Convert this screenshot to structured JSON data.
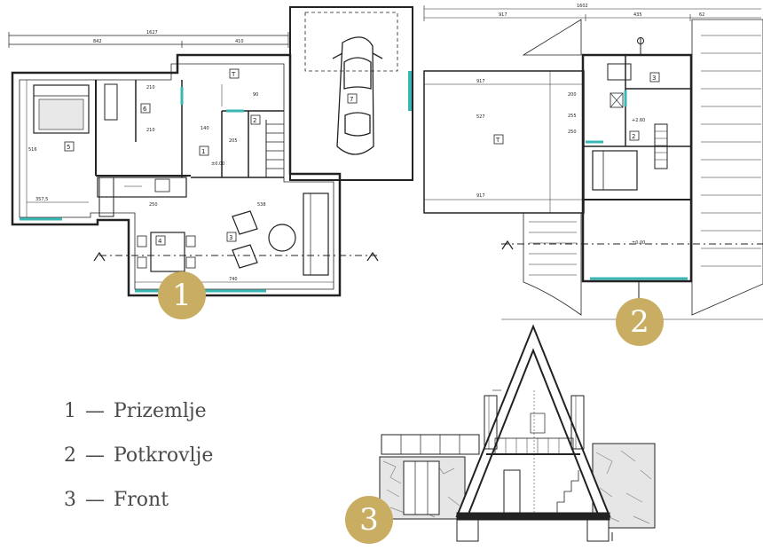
{
  "colors": {
    "gold": "#c8ad63",
    "line": "#222222",
    "glass": "#38b7b5",
    "text": "#4a4a4a"
  },
  "badges": {
    "ground": "1",
    "attic": "2",
    "front": "3"
  },
  "legend": {
    "items": [
      {
        "number": "1",
        "dash": "—",
        "label": "Prizemlje"
      },
      {
        "number": "2",
        "dash": "—",
        "label": "Potkrovlje"
      },
      {
        "number": "3",
        "dash": "—",
        "label": "Front"
      }
    ]
  },
  "plan_ground": {
    "dim_total": "1627",
    "dim_left": "842",
    "dim_right": "410",
    "dim_bottom_left": "357,5",
    "dim_bottom_right": "740",
    "dim_side": "516",
    "dim_mid_a": "210",
    "dim_mid_b": "210",
    "dim_mid_c": "140",
    "dim_mid_d": "250",
    "dim_mid_e": "538",
    "dim_door": "90",
    "dim_wc": "205",
    "level": "±0.00",
    "rooms": [
      "5",
      "6",
      "1",
      "2",
      "T",
      "7",
      "4",
      "3"
    ]
  },
  "plan_attic": {
    "dim_total": "1602",
    "dim_inner": "917",
    "dim_right": "435",
    "dim_edge": "62",
    "dim_side_a": "917",
    "dim_side_b": "527",
    "dim_side_c": "917",
    "dim_v1": "200",
    "dim_v2": "255",
    "dim_v3": "250",
    "level": "+2.60",
    "level_bottom": "±0.00",
    "rooms": [
      "T",
      "3",
      "2"
    ]
  }
}
